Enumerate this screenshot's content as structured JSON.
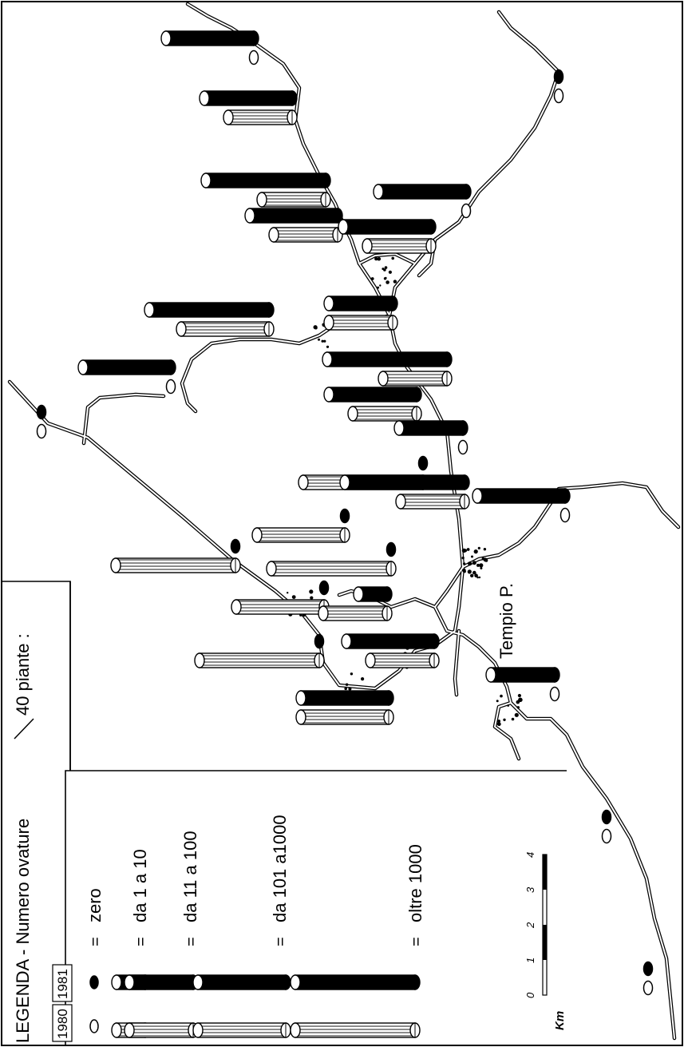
{
  "legend": {
    "title": "LEGENDA  -  Numero ovature",
    "per_plants": "40 piante :",
    "year_1980": "1980",
    "year_1981": "1981",
    "classes": [
      {
        "label": "zero",
        "prefix": "="
      },
      {
        "label": "da 1 a 10",
        "prefix": "="
      },
      {
        "label": "da 11 a 100",
        "prefix": "="
      },
      {
        "label": "da 101 a1000",
        "prefix": "="
      },
      {
        "label": "oltre 1000",
        "prefix": "="
      }
    ],
    "scale": {
      "unit": "Km",
      "ticks": [
        "0",
        "1",
        "2",
        "3",
        "4"
      ]
    }
  },
  "places": {
    "town": "Tempio P."
  },
  "style": {
    "ink": "#000000",
    "paper": "#ffffff"
  }
}
